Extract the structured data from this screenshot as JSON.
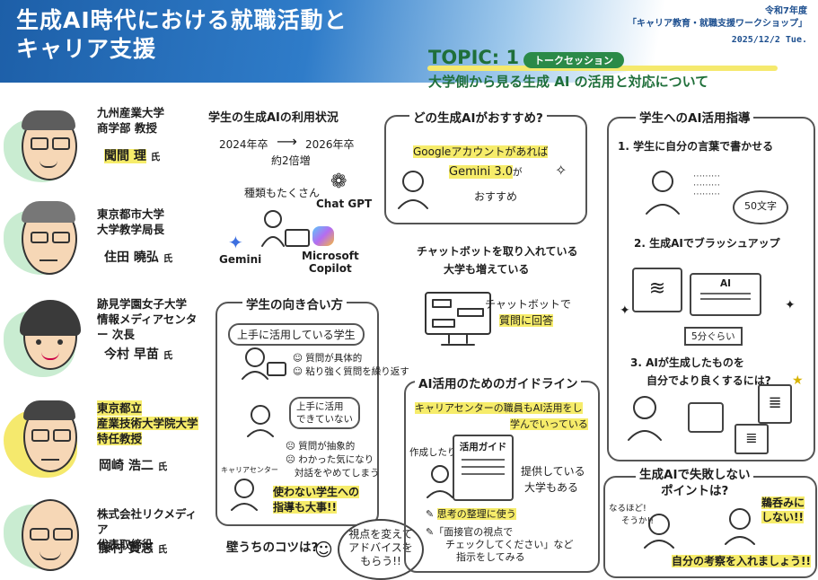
{
  "header": {
    "title_line1": "生成AI時代における就職活動と",
    "title_line2": "キャリア支援",
    "event_year": "令和7年度",
    "event_name": "「キャリア教育・就職支援ワークショップ」",
    "event_date": "2025/12/2 Tue."
  },
  "topic": {
    "label": "TOPIC: 1",
    "badge": "トークセッション",
    "title": "大学側から見る生成 AI の活用と対応について"
  },
  "speakers": [
    {
      "affil": [
        "九州産業大学",
        "商学部 教授"
      ],
      "name": "聞間 理",
      "suffix": "氏"
    },
    {
      "affil": [
        "東京都市大学",
        "大学教学局長"
      ],
      "name": "住田 曉弘",
      "suffix": "氏"
    },
    {
      "affil": [
        "跡見学園女子大学",
        "情報メディアセンター 次長"
      ],
      "name": "今村 早苗",
      "suffix": "氏"
    },
    {
      "affil": [
        "東京都立",
        "産業技術大学院大学",
        "特任教授"
      ],
      "name": "岡崎 浩二",
      "suffix": "氏"
    },
    {
      "affil": [
        "株式会社リクメディア",
        "代表取締役"
      ],
      "name": "藤村 賢志",
      "suffix": "氏"
    }
  ],
  "usage": {
    "heading": "学生の生成AIの利用状況",
    "from_year": "2024年卒",
    "to_year": "2026年卒",
    "growth": "約2倍増",
    "variety": "種類もたくさん",
    "tools": [
      "Chat GPT",
      "Gemini",
      "Microsoft",
      "Copilot"
    ]
  },
  "recommend": {
    "heading": "どの生成AIがおすすめ?",
    "line1": "Googleアカウントがあれば",
    "model": "Gemini 3.0",
    "suffix": "が",
    "line3": "おすすめ"
  },
  "guidance": {
    "heading": "学生へのAI活用指導",
    "step1": "1. 学生に自分の言葉で書かせる",
    "count": "50文字",
    "step2": "2. 生成AIでブラッシュアップ",
    "screen_label": "AI",
    "time": "5分ぐらい",
    "step3_a": "3. AIが生成したものを",
    "step3_b": "自分でより良くするには?"
  },
  "attitude": {
    "heading": "学生の向き合い方",
    "good_label": "上手に活用している学生",
    "good_points": [
      "質問が具体的",
      "粘り強く質問を繰り返す"
    ],
    "poor_label_a": "上手に活用",
    "poor_label_b": "できていない",
    "poor_points": [
      "質問が抽象的",
      "わかった気になり",
      "対話をやめてしまう"
    ],
    "career_center": "キャリアセンター",
    "note_a": "使わない学生への",
    "note_b": "指導も大事!!"
  },
  "chatbot": {
    "heading_a": "チャットボットを取り入れている",
    "heading_b": "大学も増えている",
    "caption_a": "チャットボットで",
    "caption_b": "質問に回答"
  },
  "guideline": {
    "heading": "AI活用のためのガイドライン",
    "line1": "キャリアセンターの職員もAI活用をし",
    "line2": "学んでいっている",
    "created": "作成したり",
    "doc_title": "活用ガイド",
    "provide_a": "提供している",
    "provide_b": "大学もある",
    "tip1": "思考の整理に使う",
    "tip2_a": "面接官の視点で",
    "tip2_b": "チェックしてください」など",
    "tip2_c": "指示をしてみる"
  },
  "tips": {
    "heading": "壁うちのコツは?",
    "bubble_a": "視点を変えて",
    "bubble_b": "アドバイスを",
    "bubble_c": "もらう!!"
  },
  "failure": {
    "heading_a": "生成AIで失敗しない",
    "heading_b": "ポイントは?",
    "reaction_a": "なるほど!",
    "reaction_b": "そうか!!",
    "warn_a": "鵜呑みに",
    "warn_b": "しない!!",
    "conclusion": "自分の考察を入れましょう!!"
  }
}
